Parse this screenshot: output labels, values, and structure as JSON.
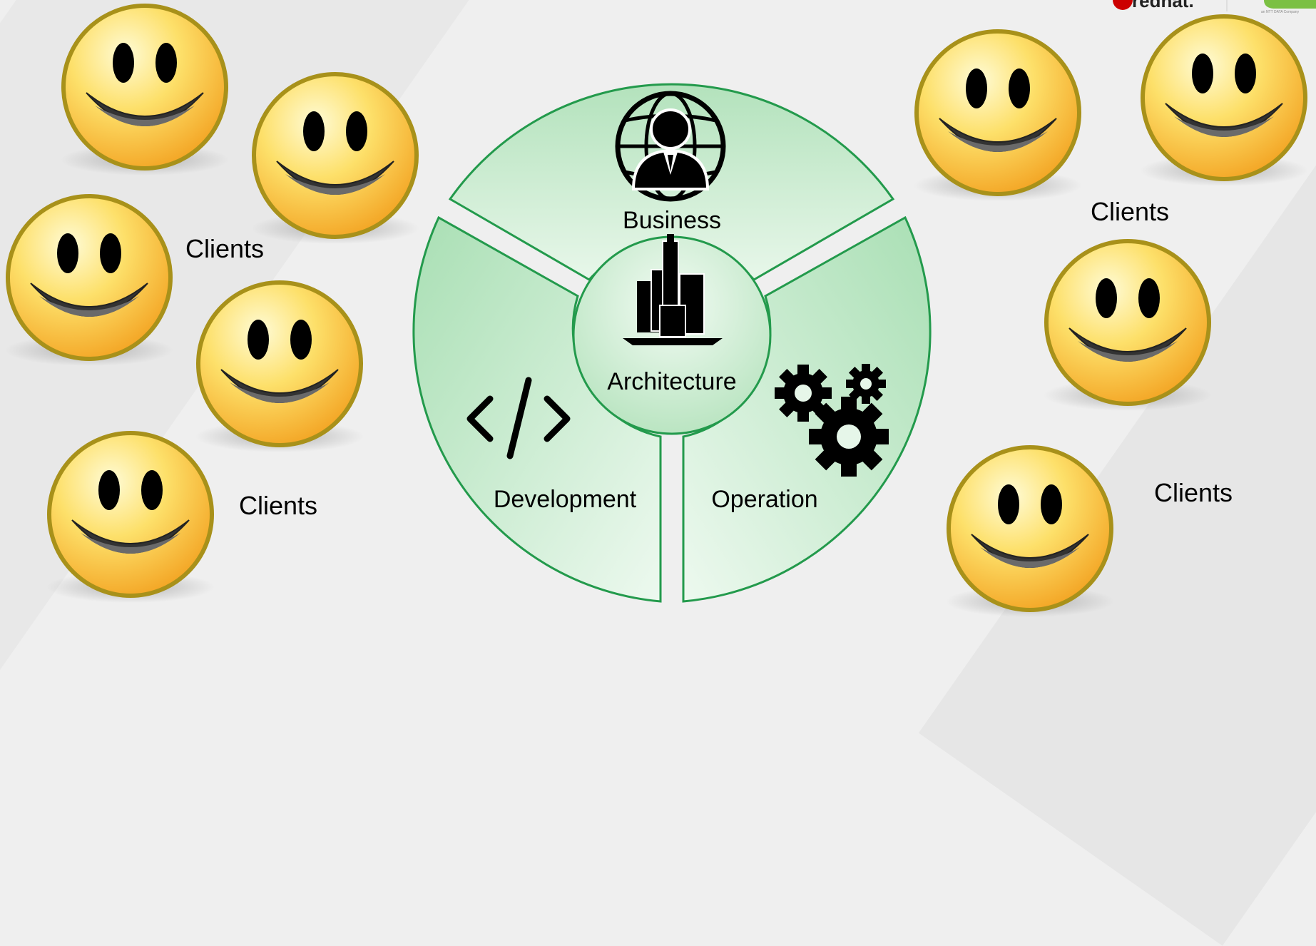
{
  "diagram": {
    "center": "Architecture",
    "segments": [
      {
        "id": "business",
        "label": "Business",
        "icon": "business-person-globe-icon"
      },
      {
        "id": "development",
        "label": "Development",
        "icon": "code-brackets-icon"
      },
      {
        "id": "operation",
        "label": "Operation",
        "icon": "gears-icon"
      }
    ],
    "center_icon": "city-buildings-icon"
  },
  "clients": {
    "left_top_label": "Clients",
    "left_bottom_label": "Clients",
    "right_top_label": "Clients",
    "right_bottom_label": "Clients",
    "face_icon": "smiley-face-icon"
  },
  "logos": {
    "partial_brand_text": "redhat.",
    "partial_sub_text": "an NTT DATA Company"
  },
  "colors": {
    "segment_fill_light": "#e3f5e6",
    "segment_fill_dark": "#b5e3be",
    "segment_stroke": "#239a4c",
    "face_yellow": "#f7c52e",
    "face_rim": "#a89218"
  }
}
